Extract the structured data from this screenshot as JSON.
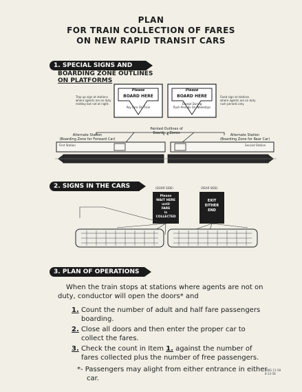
{
  "title": {
    "line1": "PLAN",
    "line2": "FOR TRAIN COLLECTION OF FARES",
    "line3": "ON NEW RAPID TRANSIT CARS"
  },
  "section1": {
    "banner_line1": "1. SPECIAL SIGNS AND",
    "banner_line2": "BOARDING ZONE OUTLINES",
    "banner_line3": "ON PLATFORMS",
    "left_note": "Trap up sign at stations where agents are on duty midday but not at night.",
    "right_note": "Fixed sign at stations where agents are on duty rush periods only.",
    "sign_left_top": "Please",
    "sign_left_main": "BOARD HERE",
    "sign_left_sub": "Pay Fare On Train",
    "sign_right_top": "Please",
    "sign_right_main": "BOARD HERE",
    "sign_right_sub1": "Except During",
    "sign_right_sub2": "Rush Periods On Weekdays",
    "painted_label1": "Painted Outlines of",
    "painted_label2": "Boarding Zones",
    "alt_left1": "Alternate Station",
    "alt_left2": "(Boarding Zone for Forward Car)",
    "alt_right1": "Alternate Station",
    "alt_right2": "(Boarding Zone for Rear Car)",
    "first_station": "First Station",
    "second_station": "Second Station"
  },
  "section2": {
    "banner": "2. SIGNS IN THE CARS",
    "door_left": "(DOOR SIDE)",
    "door_right": "(REAR SIDE)",
    "sign_left_lines": [
      "Please",
      "WAIT HERE",
      "until",
      "FARE",
      "is",
      "COLLECTED"
    ],
    "sign_right_lines": [
      "EXIT",
      "EITHER",
      "END"
    ]
  },
  "section3": {
    "banner": "3. PLAN OF OPERATIONS",
    "intro1": "When the train stops at stations where agents are not on",
    "intro2": "duty, conductor will open the doors* and",
    "steps": [
      {
        "num": "1.",
        "line1": "Count the number of adult and half fare passengers",
        "line2": "boarding."
      },
      {
        "num": "2.",
        "line1": "Close all doors and then enter the proper car to",
        "line2": "collect the fares."
      },
      {
        "num": "3.",
        "line1a": "Check the count in Item",
        "line1b": "1.",
        "line1c": "against the number of",
        "line2": "fares collected plus the number of free passengers."
      }
    ],
    "footnote_mark": "*-",
    "footnote1": "Passengers may alight from either entrance in either",
    "footnote2": "car."
  },
  "stamp": {
    "line1": "DWG 11-58",
    "line2": "8-13-58"
  }
}
